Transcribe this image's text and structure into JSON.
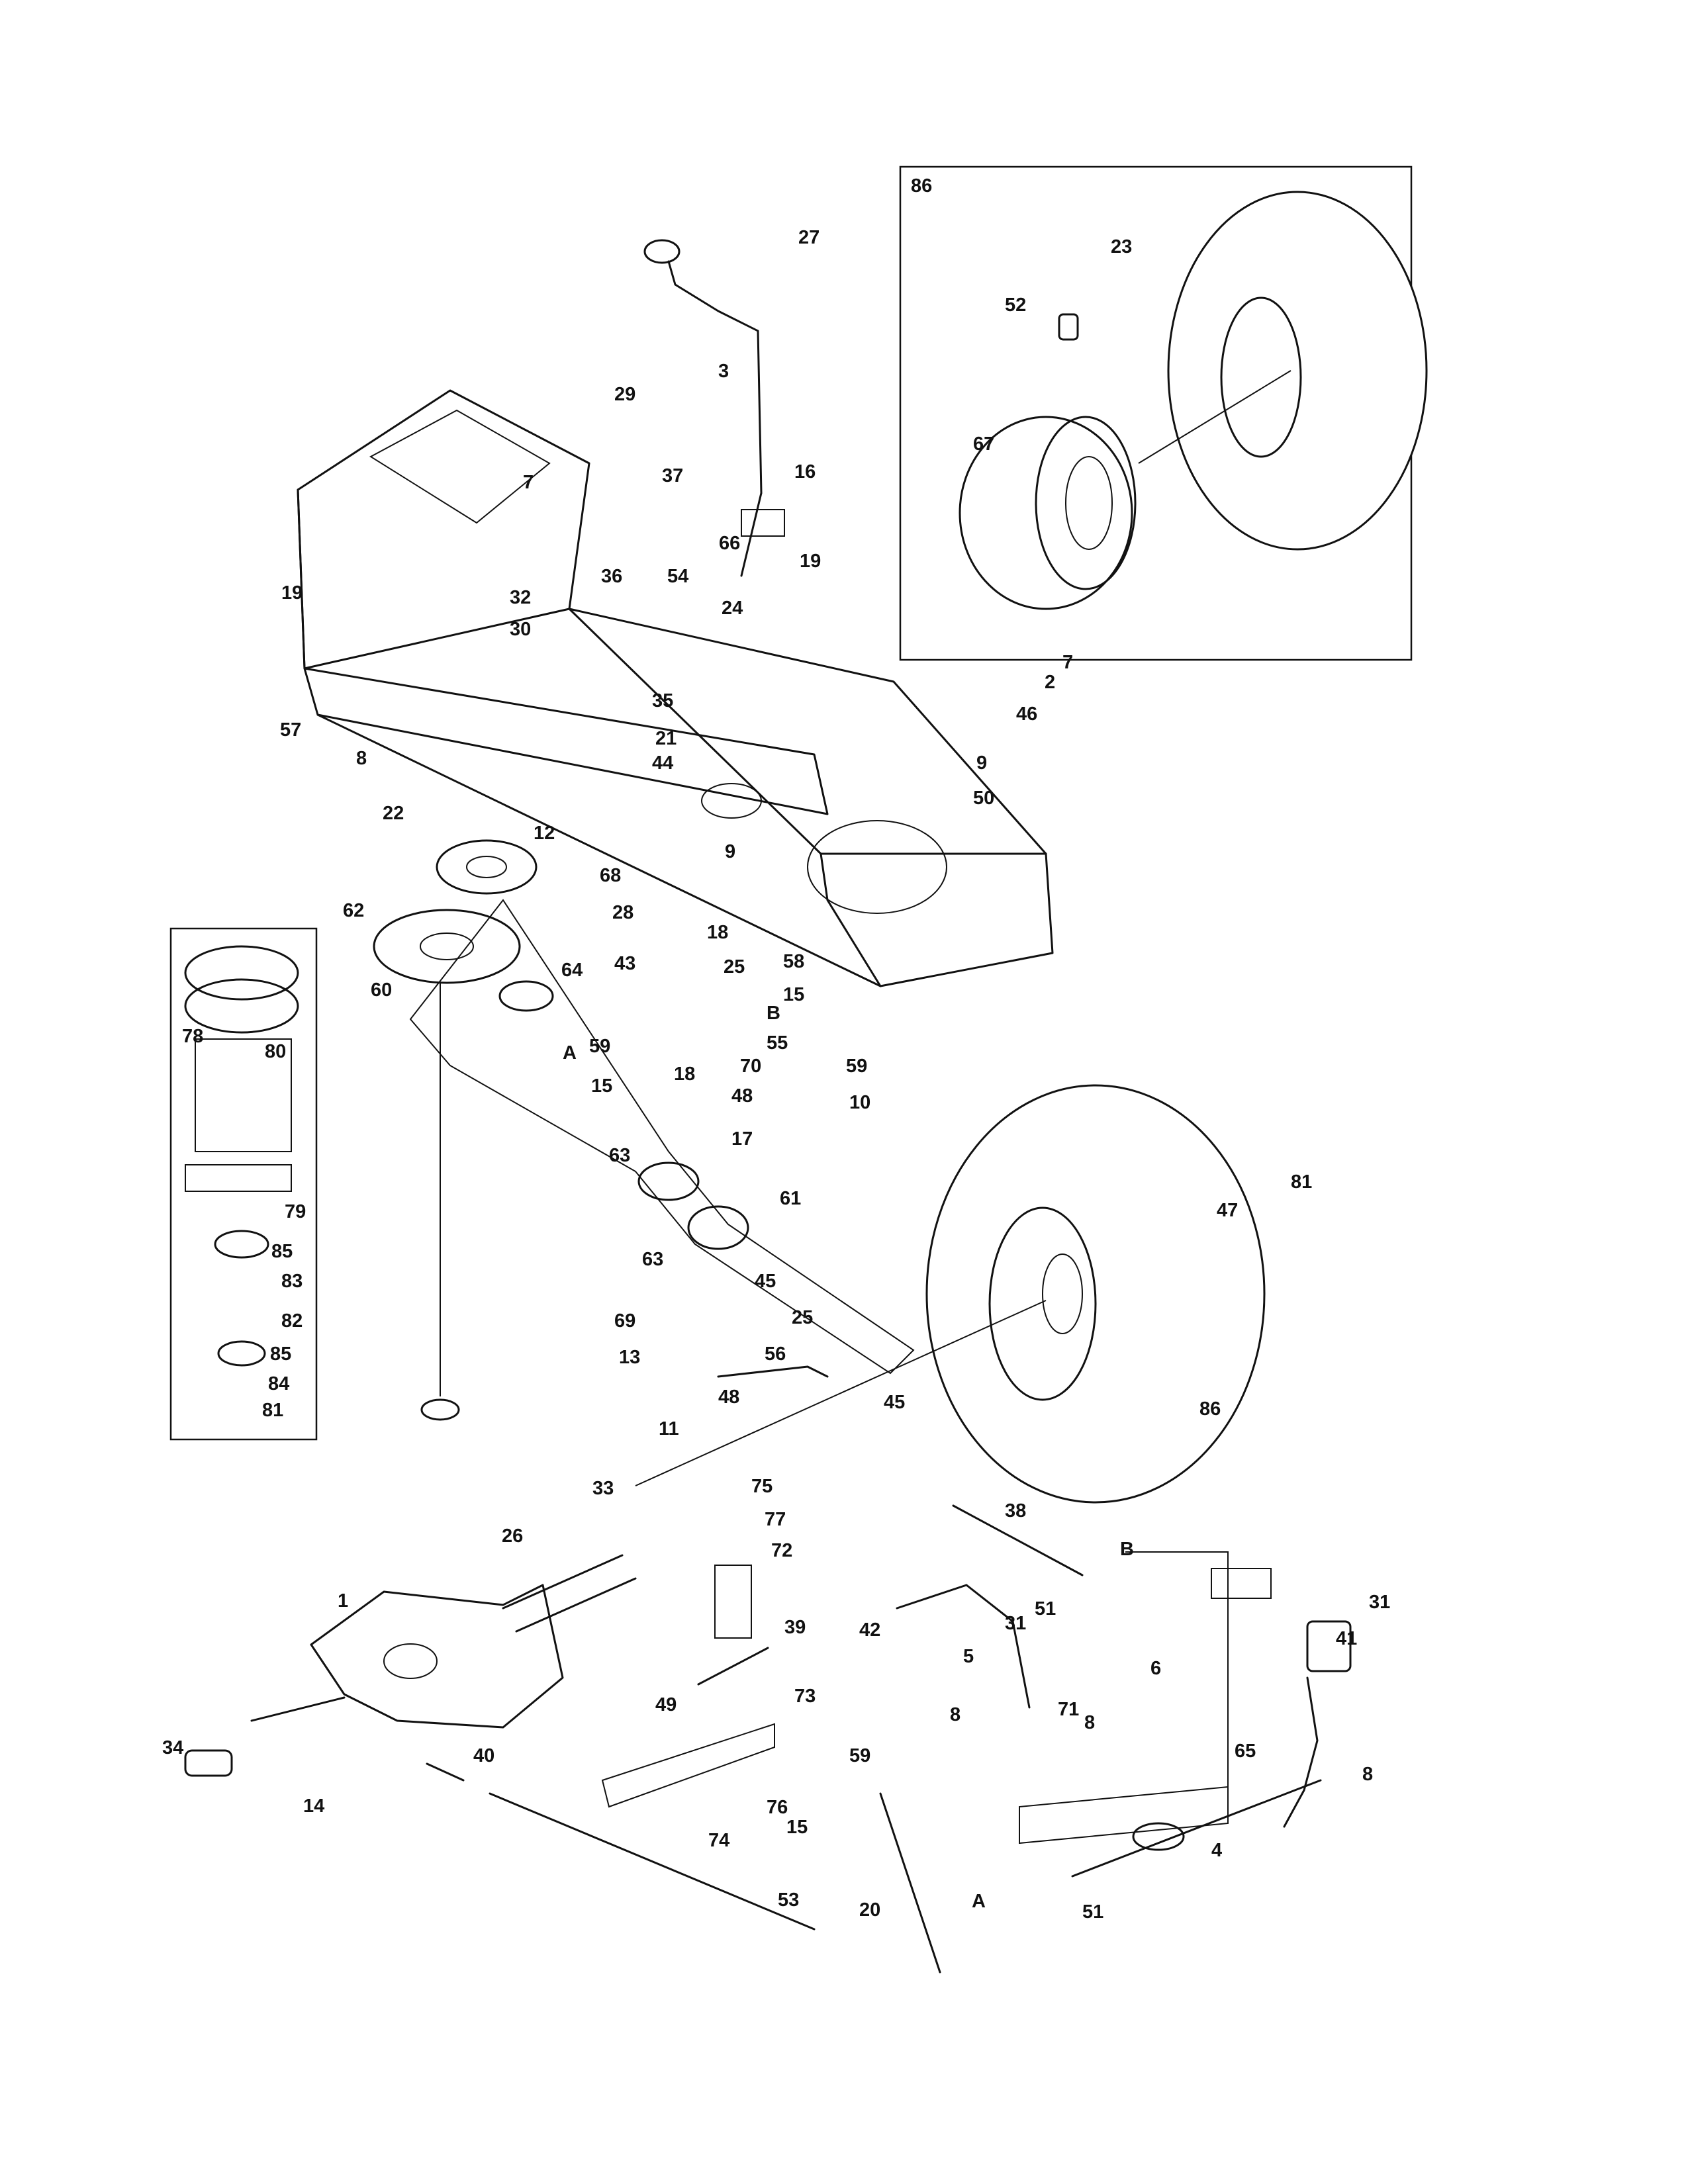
{
  "inset_tire_assembly": {
    "callout": "86"
  },
  "inset_pulley_assembly": {
    "callout": ""
  },
  "callouts": [
    {
      "id": "27"
    },
    {
      "id": "3"
    },
    {
      "id": "29"
    },
    {
      "id": "37"
    },
    {
      "id": "16"
    },
    {
      "id": "7"
    },
    {
      "id": "66"
    },
    {
      "id": "19"
    },
    {
      "id": "36"
    },
    {
      "id": "54"
    },
    {
      "id": "32"
    },
    {
      "id": "24"
    },
    {
      "id": "30"
    },
    {
      "id": "19"
    },
    {
      "id": "57"
    },
    {
      "id": "8"
    },
    {
      "id": "35"
    },
    {
      "id": "21"
    },
    {
      "id": "44"
    },
    {
      "id": "7"
    },
    {
      "id": "2"
    },
    {
      "id": "46"
    },
    {
      "id": "9"
    },
    {
      "id": "50"
    },
    {
      "id": "22"
    },
    {
      "id": "12"
    },
    {
      "id": "68"
    },
    {
      "id": "9"
    },
    {
      "id": "62"
    },
    {
      "id": "28"
    },
    {
      "id": "18"
    },
    {
      "id": "25"
    },
    {
      "id": "58"
    },
    {
      "id": "43"
    },
    {
      "id": "15"
    },
    {
      "id": "60"
    },
    {
      "id": "64"
    },
    {
      "id": "B"
    },
    {
      "id": "55"
    },
    {
      "id": "70"
    },
    {
      "id": "A"
    },
    {
      "id": "59"
    },
    {
      "id": "18"
    },
    {
      "id": "59"
    },
    {
      "id": "15"
    },
    {
      "id": "10"
    },
    {
      "id": "48"
    },
    {
      "id": "17"
    },
    {
      "id": "63"
    },
    {
      "id": "61"
    },
    {
      "id": "63"
    },
    {
      "id": "45"
    },
    {
      "id": "69"
    },
    {
      "id": "25"
    },
    {
      "id": "13"
    },
    {
      "id": "56"
    },
    {
      "id": "48"
    },
    {
      "id": "45"
    },
    {
      "id": "11"
    },
    {
      "id": "81"
    },
    {
      "id": "47"
    },
    {
      "id": "86"
    },
    {
      "id": "23"
    },
    {
      "id": "52"
    },
    {
      "id": "67"
    },
    {
      "id": "78"
    },
    {
      "id": "80"
    },
    {
      "id": "79"
    },
    {
      "id": "85"
    },
    {
      "id": "83"
    },
    {
      "id": "82"
    },
    {
      "id": "85"
    },
    {
      "id": "84"
    },
    {
      "id": "81"
    },
    {
      "id": "33"
    },
    {
      "id": "75"
    },
    {
      "id": "77"
    },
    {
      "id": "38"
    },
    {
      "id": "26"
    },
    {
      "id": "72"
    },
    {
      "id": "B"
    },
    {
      "id": "1"
    },
    {
      "id": "42"
    },
    {
      "id": "31"
    },
    {
      "id": "51"
    },
    {
      "id": "31"
    },
    {
      "id": "39"
    },
    {
      "id": "5"
    },
    {
      "id": "6"
    },
    {
      "id": "41"
    },
    {
      "id": "49"
    },
    {
      "id": "73"
    },
    {
      "id": "8"
    },
    {
      "id": "71"
    },
    {
      "id": "8"
    },
    {
      "id": "34"
    },
    {
      "id": "40"
    },
    {
      "id": "59"
    },
    {
      "id": "65"
    },
    {
      "id": "8"
    },
    {
      "id": "14"
    },
    {
      "id": "76"
    },
    {
      "id": "15"
    },
    {
      "id": "74"
    },
    {
      "id": "4"
    },
    {
      "id": "53"
    },
    {
      "id": "20"
    },
    {
      "id": "A"
    },
    {
      "id": "51"
    }
  ]
}
